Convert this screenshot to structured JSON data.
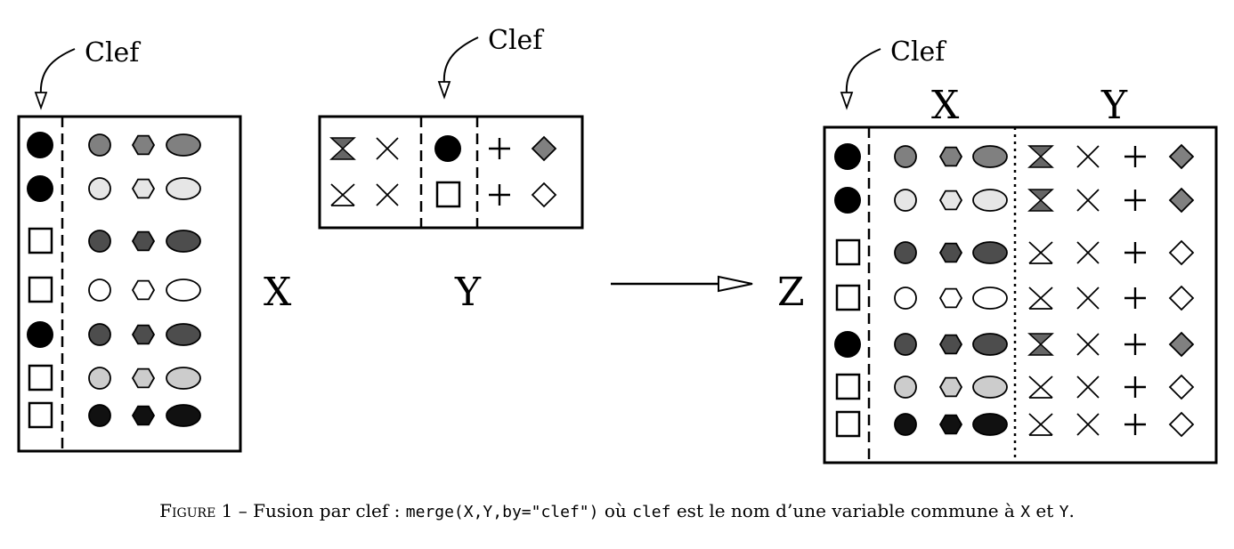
{
  "labels": {
    "clef": "Clef",
    "x": "X",
    "y": "Y",
    "z": "Z"
  },
  "caption": {
    "figure": "Figure 1",
    "dash": "–",
    "text1": "Fusion par clef :",
    "code": "merge(X,Y,by=\"clef\")",
    "text2": "où",
    "code2": "clef",
    "text3": "est le nom d’une variable commune à",
    "code3": "X",
    "text4": "et",
    "code4": "Y",
    "end": "."
  },
  "colors": {
    "black": "#000000",
    "dark": "#4d4d4d",
    "mid": "#808080",
    "light": "#cccccc",
    "pale": "#e6e6e6",
    "white": "#ffffff",
    "verydark": "#111111"
  },
  "table_x": {
    "keys": [
      "filled-circle",
      "filled-circle",
      "square",
      "square",
      "filled-circle",
      "square",
      "square"
    ],
    "row_fills": [
      "mid",
      "pale",
      "dark",
      "white",
      "dark",
      "light",
      "verydark"
    ]
  },
  "table_y": {
    "rows": [
      {
        "sym1": "hourglass-filled",
        "sym2": "cross",
        "key": "filled-circle",
        "sym3": "plus",
        "sym4": "diamond-filled"
      },
      {
        "sym1": "hourglass-open",
        "sym2": "cross",
        "key": "square",
        "sym3": "plus",
        "sym4": "diamond-open"
      }
    ]
  },
  "table_z": {
    "keys": [
      "filled-circle",
      "filled-circle",
      "square",
      "square",
      "filled-circle",
      "square",
      "square"
    ],
    "row_fills": [
      "mid",
      "pale",
      "dark",
      "white",
      "dark",
      "light",
      "verydark"
    ],
    "y_parts": [
      "filled",
      "filled",
      "open",
      "open",
      "filled",
      "open",
      "open"
    ]
  }
}
